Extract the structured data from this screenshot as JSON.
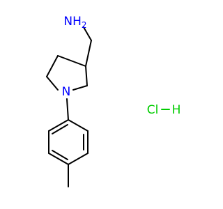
{
  "molecule": {
    "amine_label": "NH",
    "amine_subscript": "2",
    "ring_nitrogen_label": "N",
    "salt_chlorine_label": "Cl",
    "salt_hydrogen_label": "H",
    "colors": {
      "nitrogen": "#0000ff",
      "chlorine": "#00cc00",
      "bond": "#000000",
      "background": "#ffffff"
    }
  }
}
